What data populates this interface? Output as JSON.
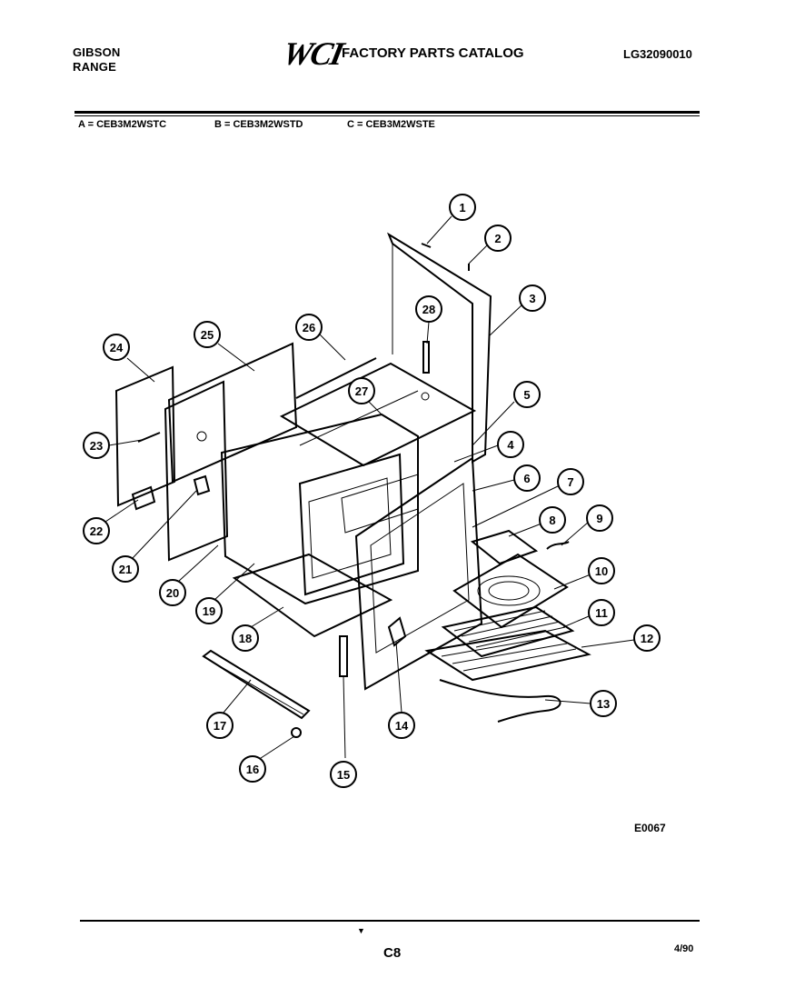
{
  "header": {
    "brand_line1": "GIBSON",
    "brand_line2": "RANGE",
    "logo_text": "WCI",
    "catalog_title": "FACTORY PARTS CATALOG",
    "doc_number": "LG32090010"
  },
  "models": [
    {
      "label": "A = CEB3M2WSTC"
    },
    {
      "label": "B = CEB3M2WSTD"
    },
    {
      "label": "C = CEB3M2WSTE"
    }
  ],
  "diagram": {
    "callouts": [
      "1",
      "2",
      "3",
      "4",
      "5",
      "6",
      "7",
      "8",
      "9",
      "10",
      "11",
      "12",
      "13",
      "14",
      "15",
      "16",
      "17",
      "18",
      "19",
      "20",
      "21",
      "22",
      "23",
      "24",
      "25",
      "26",
      "27",
      "28"
    ]
  },
  "footer": {
    "figure_code": "E0067",
    "page": "C8",
    "date": "4/90"
  }
}
